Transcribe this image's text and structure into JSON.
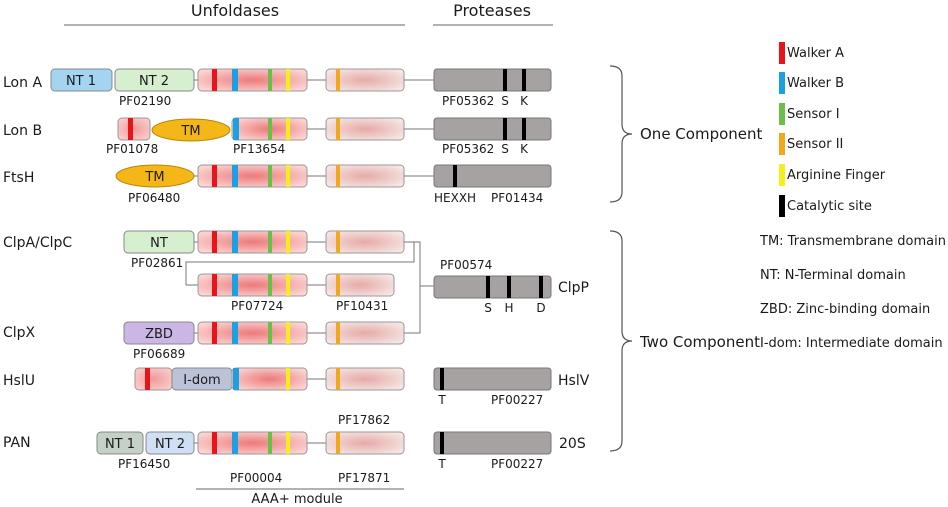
{
  "headers": {
    "unfoldases": "Unfoldases",
    "proteases": "Proteases",
    "aaa_module": "AAA+ module"
  },
  "proteins": {
    "lona": "Lon A",
    "lonb": "Lon B",
    "ftsh": "FtsH",
    "clpa": "ClpA/ClpC",
    "clpx": "ClpX",
    "hslu": "HslU",
    "pan": "PAN"
  },
  "domains": {
    "nt1": "NT 1",
    "nt2": "NT 2",
    "tm": "TM",
    "nt": "NT",
    "zbd": "ZBD",
    "idom": "I-dom"
  },
  "pfam": {
    "lona_nt": "PF02190",
    "lonb_n": "PF01078",
    "lonb_aaa": "PF13654",
    "ftsh_tm": "PF06480",
    "clpa_nt": "PF02861",
    "clpa_aaa": "PF07724",
    "clpa_c": "PF10431",
    "clpx_zbd": "PF06689",
    "pan_nt": "PF16450",
    "pan_aaa": "PF00004",
    "pan_c_top": "PF17862",
    "pan_c_bottom": "PF17871",
    "lon_protease": "PF05362",
    "ftsh_protease": "PF01434",
    "clpp": "PF00574",
    "hslv": "PF00227",
    "s20": "PF00227"
  },
  "site_labels": {
    "S": "S",
    "K": "K",
    "H": "H",
    "D": "D",
    "T": "T",
    "hexxh": "HEXXH"
  },
  "protease_names": {
    "clpp": "ClpP",
    "hslv": "HslV",
    "s20": "20S"
  },
  "groups": {
    "one": "One Component",
    "two": "Two Component"
  },
  "legend": {
    "walker_a": "Walker A",
    "walker_b": "Walker B",
    "sensor1": "Sensor I",
    "sensor2": "Sensor II",
    "arg_finger": "Arginine Finger",
    "catalytic": "Catalytic site"
  },
  "abbrev": {
    "tm": "TM: Transmembrane domain",
    "nt": "NT: N-Terminal domain",
    "zbd": "ZBD: Zinc-binding domain",
    "idom": "I-dom: Intermediate domain"
  },
  "colors": {
    "walker_a": "#e8141c",
    "walker_b": "#1ba1e2",
    "sensor1": "#6abf47",
    "sensor2": "#f0a81c",
    "arg_finger": "#f4ee1a",
    "catalytic": "#000000",
    "protease_fill": "#a6a2a2",
    "tm_fill": "#f5b718",
    "nt_blue": "#a3d5f2",
    "nt_green": "#d6efcf",
    "zbd_fill": "#cbb6e6",
    "idom_fill": "#bcc3d9",
    "pan_nt1": "#c5d1c6",
    "pan_nt2": "#cfe0f4"
  }
}
